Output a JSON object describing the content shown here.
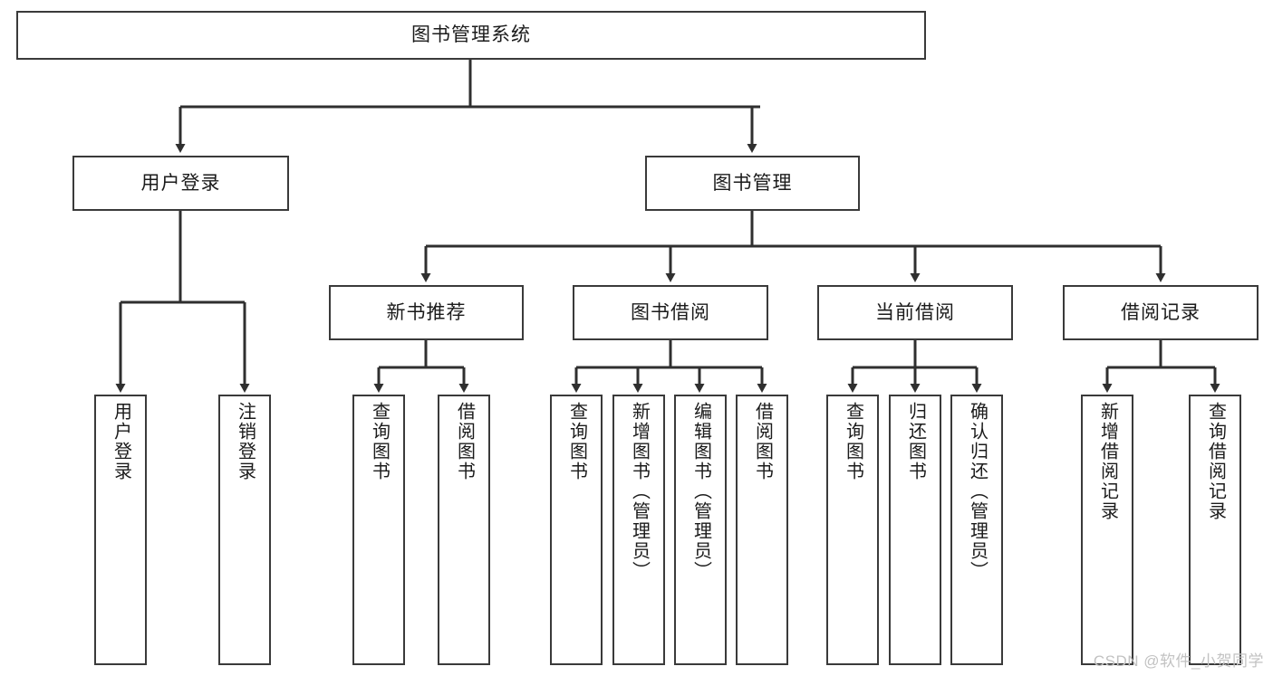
{
  "diagram": {
    "title": "图书管理系统",
    "type": "tree-hierarchy",
    "watermark": "CSDN @软件_小贺同学",
    "colors": {
      "box_border": "#3a3a3a",
      "box_fill": "#ffffff",
      "text": "#1b1b1b",
      "wire": "#2f2f2f",
      "watermark": "#c2c2c2"
    },
    "root": {
      "label": "图书管理系统"
    },
    "level2": [
      {
        "label": "用户登录"
      },
      {
        "label": "图书管理"
      }
    ],
    "level3": [
      {
        "label": "新书推荐"
      },
      {
        "label": "图书借阅"
      },
      {
        "label": "当前借阅"
      },
      {
        "label": "借阅记录"
      }
    ],
    "leaves": {
      "user_login": [
        {
          "label": "用户登录"
        },
        {
          "label": "注销登录"
        }
      ],
      "new_book_recommend": [
        {
          "label": "查询图书"
        },
        {
          "label": "借阅图书"
        }
      ],
      "book_borrow": [
        {
          "label": "查询图书"
        },
        {
          "label": "新增图书（管理员）"
        },
        {
          "label": "编辑图书（管理员）"
        },
        {
          "label": "借阅图书"
        }
      ],
      "current_borrow": [
        {
          "label": "查询图书"
        },
        {
          "label": "归还图书"
        },
        {
          "label": "确认归还（管理员）"
        }
      ],
      "borrow_record": [
        {
          "label": "新增借阅记录"
        },
        {
          "label": "查询借阅记录"
        }
      ]
    }
  }
}
